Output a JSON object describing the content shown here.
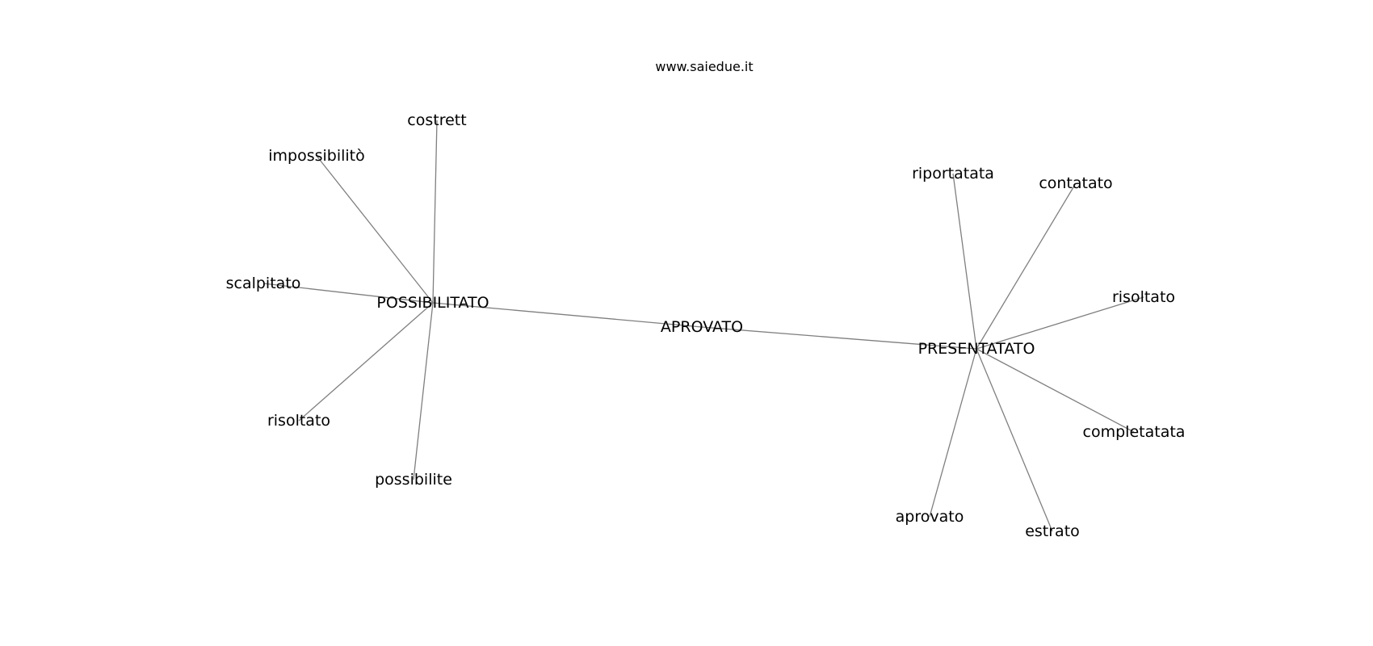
{
  "site_title": "www.saiedue.it",
  "colors": {
    "edge": "#7f7f7f",
    "text": "#000000",
    "background": "#ffffff"
  },
  "nodes": [
    {
      "id": "aprovato_center",
      "label": "APROVATO"
    },
    {
      "id": "possibilitato",
      "label": "POSSIBILITATO"
    },
    {
      "id": "presentatato",
      "label": "PRESENTATATO"
    },
    {
      "id": "costrett",
      "label": "costrett"
    },
    {
      "id": "impossibilito",
      "label": "impossibilitò"
    },
    {
      "id": "scalpitato",
      "label": "scalpitato"
    },
    {
      "id": "risoltato_left",
      "label": "risoltato"
    },
    {
      "id": "possibilite",
      "label": "possibilite"
    },
    {
      "id": "riportatata",
      "label": "riportatata"
    },
    {
      "id": "contatato",
      "label": "contatato"
    },
    {
      "id": "risoltato_right",
      "label": "risoltato"
    },
    {
      "id": "completatata",
      "label": "completatata"
    },
    {
      "id": "estrato",
      "label": "estrato"
    },
    {
      "id": "aprovato_leaf",
      "label": "aprovato"
    }
  ],
  "edges": [
    [
      "aprovato_center",
      "possibilitato"
    ],
    [
      "aprovato_center",
      "presentatato"
    ],
    [
      "possibilitato",
      "costrett"
    ],
    [
      "possibilitato",
      "impossibilito"
    ],
    [
      "possibilitato",
      "scalpitato"
    ],
    [
      "possibilitato",
      "risoltato_left"
    ],
    [
      "possibilitato",
      "possibilite"
    ],
    [
      "presentatato",
      "riportatata"
    ],
    [
      "presentatato",
      "contatato"
    ],
    [
      "presentatato",
      "risoltato_right"
    ],
    [
      "presentatato",
      "completatata"
    ],
    [
      "presentatato",
      "estrato"
    ],
    [
      "presentatato",
      "aprovato_leaf"
    ]
  ]
}
